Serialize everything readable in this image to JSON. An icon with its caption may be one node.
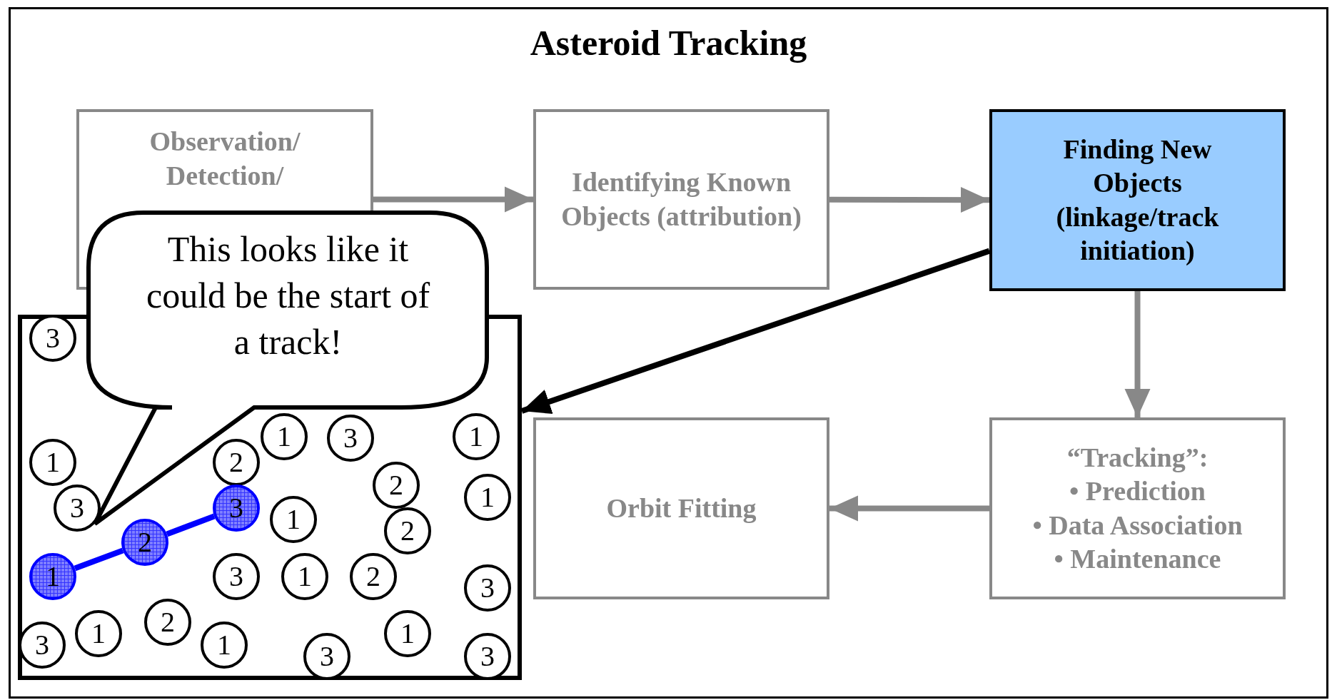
{
  "diagram": {
    "title": "Asteroid Tracking",
    "nodes": [
      {
        "text": [
          "Observation/ Detection/"
        ]
      },
      {
        "text": [
          "Identifying Known Objects (attribution)"
        ]
      },
      {
        "text": [
          "Finding New Objects (linkage/track initiation)"
        ]
      },
      {
        "text": [
          "This looks like it could be the start of a track!"
        ]
      },
      {
        "text": [],
        "shape": "box"
      },
      {
        "text": [
          "3"
        ],
        "in": 4
      },
      {
        "text": [
          "1"
        ],
        "in": 4
      },
      {
        "text": [
          "1"
        ],
        "in": 4
      },
      {
        "text": [
          "3"
        ],
        "in": 4
      },
      {
        "text": [
          "1"
        ],
        "in": 4
      },
      {
        "text": [
          "2"
        ],
        "in": 4
      },
      {
        "text": [
          "2"
        ],
        "in": 4
      },
      {
        "text": [
          "3"
        ],
        "in": 4
      },
      {
        "text": [
          "1"
        ],
        "in": 4
      },
      {
        "text": [
          "3"
        ],
        "in": 4
      },
      {
        "text": [
          "1"
        ],
        "in": 4
      },
      {
        "text": [
          "2"
        ],
        "in": 4
      },
      {
        "text": [
          "2"
        ],
        "in": 4
      },
      {
        "text": [
          "3"
        ],
        "in": 4
      },
      {
        "text": [
          "1"
        ],
        "in": 4
      },
      {
        "text": [
          "2"
        ],
        "in": 4
      },
      {
        "text": [
          "1"
        ],
        "in": 4
      },
      {
        "text": [
          "3"
        ],
        "in": 4
      },
      {
        "text": [
          "2"
        ],
        "in": 4
      },
      {
        "text": [
          "1"
        ],
        "in": 4
      },
      {
        "text": [
          "1"
        ],
        "in": 4
      },
      {
        "text": [
          "3"
        ],
        "in": 4
      },
      {
        "text": [
          "1"
        ],
        "in": 4
      },
      {
        "text": [
          "3"
        ],
        "in": 4
      },
      {
        "text": [
          "3"
        ],
        "in": 4
      },
      {
        "text": [
          "Orbit Fitting"
        ]
      },
      {
        "text": [
          "“Tracking”:",
          "• Prediction",
          "• Data Association",
          "• Maintenance"
        ]
      }
    ],
    "edges": [
      {
        "from": 0,
        "to": 1,
        "arrow": "to"
      },
      {
        "from": 1,
        "to": 2,
        "arrow": "to"
      },
      {
        "from": 2,
        "to": 31,
        "arrow": "to"
      },
      {
        "from": 31,
        "to": 30,
        "arrow": "to"
      },
      {
        "from": 2,
        "to": 4,
        "arrow": "to",
        "color": "#000000"
      },
      {
        "from": 21,
        "to": 17,
        "arrow": "none",
        "color": "#0000ff"
      },
      {
        "from": 17,
        "to": 14,
        "arrow": "none",
        "color": "#0000ff"
      }
    ]
  }
}
